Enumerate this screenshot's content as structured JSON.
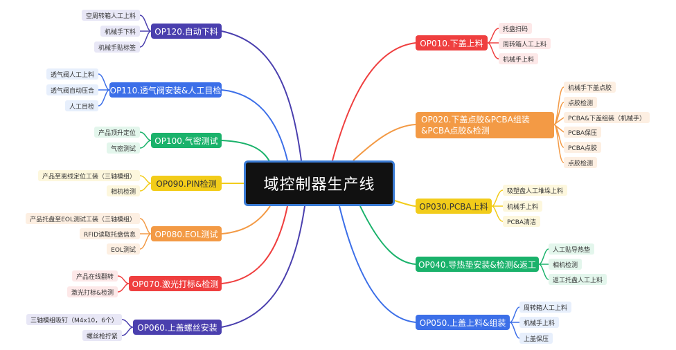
{
  "center": {
    "title": "域控制器生产线"
  },
  "nodes": {
    "op120": {
      "title": "OP120.自动下料",
      "items": [
        "空周转箱人工上料",
        "机械手下料",
        "机械手贴标签"
      ]
    },
    "op110": {
      "title": "OP110.透气阀安装&人工目检",
      "items": [
        "透气阀人工上料",
        "透气阀自动压合",
        "人工目检"
      ]
    },
    "op100": {
      "title": "OP100.气密测试",
      "items": [
        "产品顶升定位",
        "气密测试"
      ]
    },
    "op090": {
      "title": "OP090.PIN检测",
      "items": [
        "产品至离线定位工装（三轴模组）",
        "相机检测"
      ]
    },
    "op080": {
      "title": "OP080.EOL测试",
      "items": [
        "产品托盘至EOL测试工装（三轴模组）",
        "RFID读取托盘信息",
        "EOL测试"
      ]
    },
    "op070": {
      "title": "OP070.激光打标&检测",
      "items": [
        "产品在线翻转",
        "激光打标&检测"
      ]
    },
    "op060": {
      "title": "OP060.上盖螺丝安装",
      "items": [
        "三轴模组吸钉（M4x10，6个）",
        "螺丝枪拧紧"
      ]
    },
    "op010": {
      "title": "OP010.下盖上料",
      "items": [
        "托盘扫码",
        "周转箱人工上料",
        "机械手上料"
      ]
    },
    "op020": {
      "title": "OP020.下盖点胶&PCBA组装&PCBA点胶&检测",
      "items": [
        "机械手下盖点胶",
        "点胶检测",
        "PCBA&下盖组装（机械手）",
        "PCBA保压",
        "PCBA点胶",
        "点胶检测"
      ]
    },
    "op030": {
      "title": "OP030.PCBA上料",
      "items": [
        "吸塑盘人工堆垛上料",
        "机械手上料",
        "PCBA清洁"
      ]
    },
    "op040": {
      "title": "OP040.导热垫安装&检测&返工",
      "items": [
        "人工贴导热垫",
        "相机检测",
        "返工托盘人工上料"
      ]
    },
    "op050": {
      "title": "OP050.上盖上料&组装",
      "items": [
        "周转箱人工上料",
        "机械手上料",
        "上盖保压"
      ]
    }
  },
  "colors": {
    "navy": "#4a3fae",
    "blue": "#3c6fe8",
    "green": "#1ab26b",
    "yellow": "#f2cc1a",
    "orange": "#f39a45",
    "red": "#ef3f3f",
    "center_border": "#3a7bd5"
  }
}
